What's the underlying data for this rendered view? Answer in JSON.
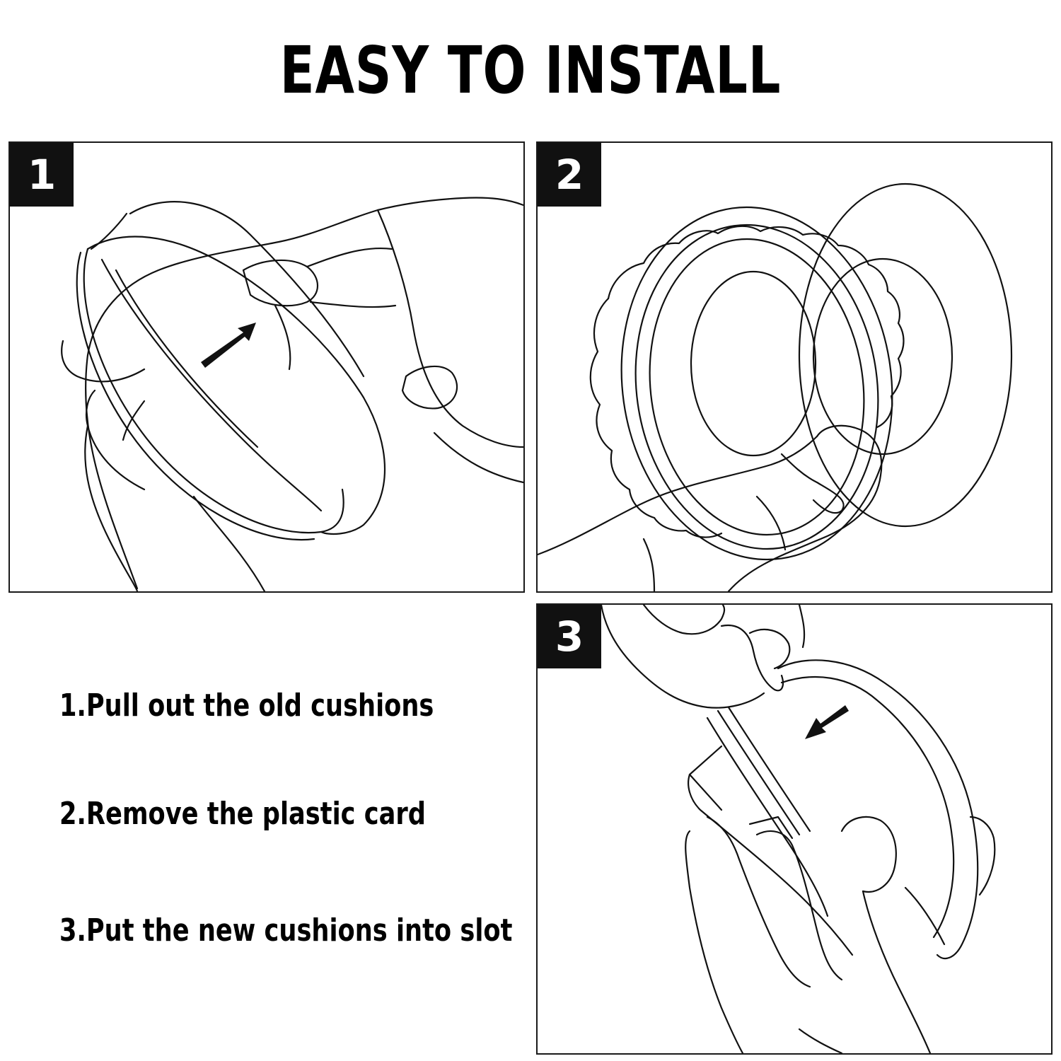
{
  "title": "EASY TO INSTALL",
  "panels": [
    {
      "number": "1",
      "icon": "pull-out-cushion-illustration"
    },
    {
      "number": "2",
      "icon": "remove-card-illustration"
    },
    {
      "number": "3",
      "icon": "insert-cushion-illustration"
    }
  ],
  "steps": [
    "1.Pull out the old cushions",
    "2.Remove the plastic card",
    "3.Put the new cushions into slot"
  ],
  "colors": {
    "ink": "#111111",
    "background": "#ffffff"
  }
}
